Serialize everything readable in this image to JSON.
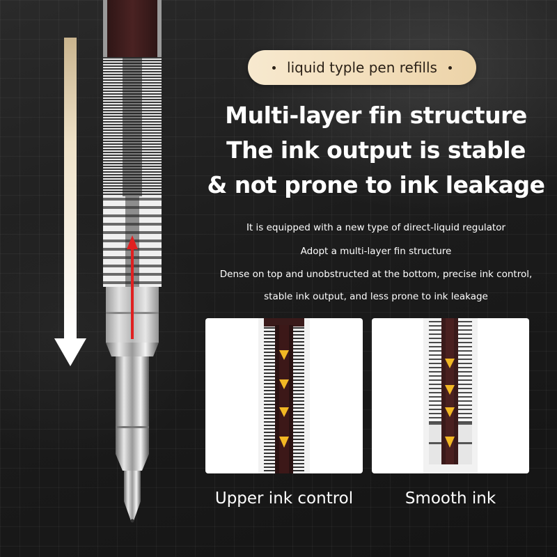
{
  "badge": {
    "label": "liquid typle pen refills"
  },
  "headline": [
    "Multi-layer fin structure",
    "The ink output is stable",
    "& not prone to ink leakage"
  ],
  "description": [
    "It is equipped with a new type of direct-liquid regulator",
    "Adopt a multi-layer fin structure",
    "Dense on top and unobstructed at the bottom, precise ink control,",
    "stable ink output, and less prone to ink leakage"
  ],
  "cards": [
    {
      "caption": "Upper ink control"
    },
    {
      "caption": "Smooth ink"
    }
  ],
  "colors": {
    "badge_bg": "#f3dfbd",
    "flow_arrow": "#ffffff",
    "indicator_arrow": "#e02020",
    "ink_drop": "#f2b824"
  },
  "icons": [
    "down-arrow-icon",
    "up-arrow-icon",
    "ink-drop-arrow-icon"
  ]
}
